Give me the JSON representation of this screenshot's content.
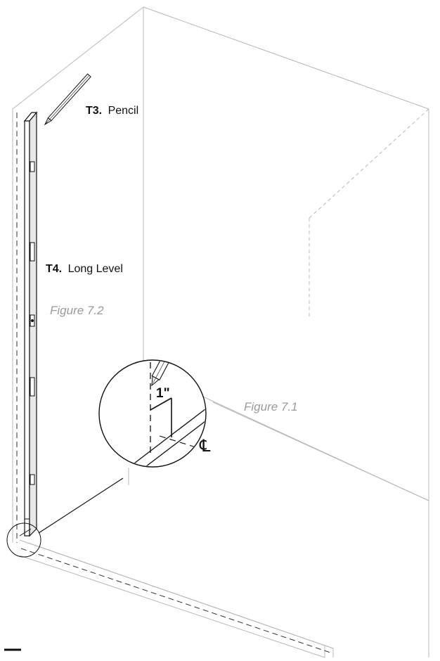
{
  "labels": {
    "pencil_code": "T3.",
    "pencil_name": "Pencil",
    "level_code": "T4.",
    "level_name": "Long Level",
    "figure_a": "Figure 7.2",
    "figure_b": "Figure 7.1",
    "inch_mark": "1\"",
    "centerline_symbol": "℄"
  },
  "colors": {
    "room_lines": "#b8b8b8",
    "ink": "#111111",
    "caption": "#9a9a9a"
  }
}
